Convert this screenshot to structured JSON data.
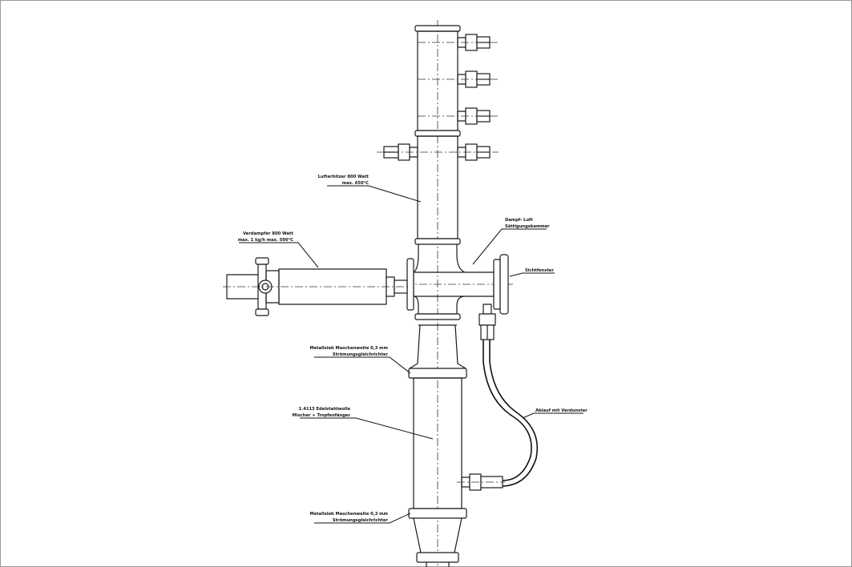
{
  "labels": {
    "lufterhitzer_line1": "Lufterhitzer 800 Watt",
    "lufterhitzer_line2": "max. 650°C",
    "verdampfer_line1": "Verdampfer 800 Watt",
    "verdampfer_line2": "max. 1 kg/h  max. 500°C",
    "kammer_line1": "Dampf- Luft",
    "kammer_line2": "Sättigungskammer",
    "sichtfenster": "Sichtfenster",
    "sieb_oben_line1": "Metallsieb Maschenweite 0,3 mm",
    "sieb_oben_line2": "Strömungsgleichrichter",
    "edelstahl_line1": "1.4113 Edelstahlwolle",
    "edelstahl_line2": "Mischer + Tropfenfänger",
    "ablauf": "Ablauf mit Verdunster",
    "sieb_unten_line1": "Metallsieb Maschenweite 0,3 mm",
    "sieb_unten_line2": "Strömungsgleichrichter"
  },
  "colors": {
    "line": "#1a1a1a",
    "background": "#ffffff",
    "frame": "#9a9a9a"
  }
}
